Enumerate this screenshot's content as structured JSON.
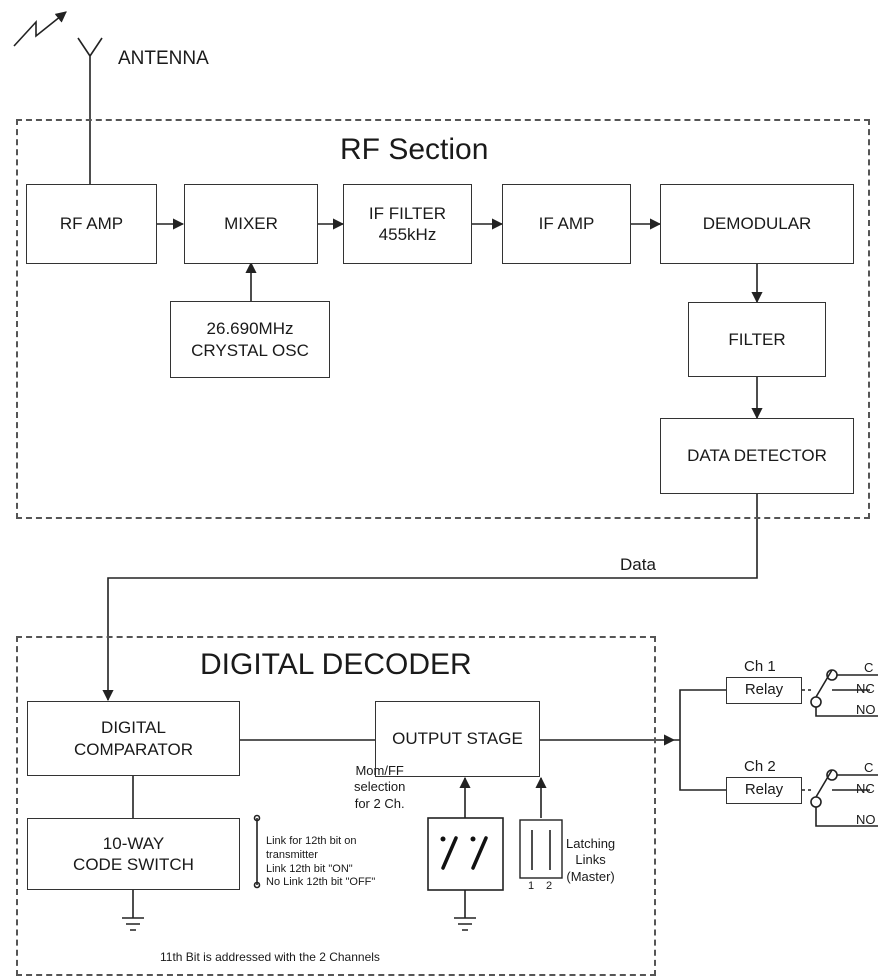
{
  "antenna_label": "ANTENNA",
  "rf_section": {
    "title": "RF Section",
    "rf_amp": "RF AMP",
    "mixer": "MIXER",
    "if_filter": "IF FILTER\n455kHz",
    "if_amp": "IF AMP",
    "demodular": "DEMODULAR",
    "crystal_osc": "26.690MHz\nCRYSTAL OSC",
    "filter": "FILTER",
    "data_detector": "DATA DETECTOR"
  },
  "data_label": "Data",
  "digital_decoder": {
    "title": "DIGITAL DECODER",
    "digital_comparator": "DIGITAL\nCOMPARATOR",
    "output_stage": "OUTPUT STAGE",
    "code_switch": "10-WAY\nCODE SWITCH",
    "link_note": "Link for 12th bit on\ntransmitter\nLink 12th bit \"ON\"\nNo Link 12th bit \"OFF\"",
    "mom_ff_note": "Mom/FF\nselection\nfor 2 Ch.",
    "latching_links": "Latching\nLinks\n(Master)",
    "link_numbers": [
      "1",
      "2"
    ],
    "eleventh_bit_note": "11th Bit is addressed with the 2 Channels"
  },
  "channels": [
    {
      "channel": "Ch 1",
      "relay": "Relay",
      "contacts": [
        "C",
        "NC",
        "NO"
      ]
    },
    {
      "channel": "Ch 2",
      "relay": "Relay",
      "contacts": [
        "C",
        "NC",
        "NO"
      ]
    }
  ]
}
